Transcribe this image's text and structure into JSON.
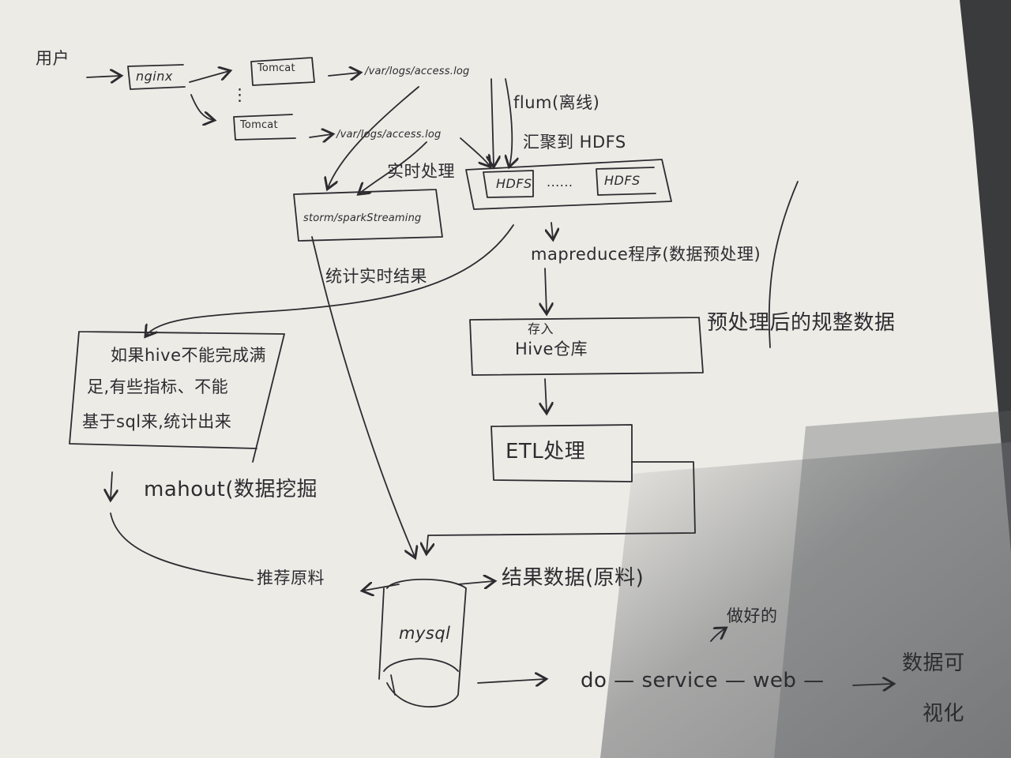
{
  "nodes": {
    "user": "用户",
    "nginx": "nginx",
    "tomcat_1": "Tomcat",
    "tomcat_2": "Tomcat",
    "log_1": "/var/logs/access.log",
    "log_2": "/var/logs/access.log",
    "flume": "flum(离线)",
    "aggregate_hdfs": "汇聚到 HDFS",
    "realtime": "实时处理",
    "hdfs_1": "HDFS",
    "hdfs_dots": "......",
    "hdfs_2": "HDFS",
    "storm": "storm/sparkStreaming",
    "mapreduce": "mapreduce程序(数据预处理)",
    "realtime_stats": "统计实时结果",
    "hive_store": "存入",
    "hive_warehouse": "Hive仓库",
    "preprocessed": "预处理后的规整数据",
    "hive_note_1": "如果hive不能完成满",
    "hive_note_2": "足,有些指标、不能",
    "hive_note_3": "基于sql来,统计出来",
    "etl": "ETL处理",
    "mahout": "mahout(数据挖掘",
    "recommend": "推荐原料",
    "result_data": "结果数据(原料)",
    "mysql": "mysql",
    "flow": "do — service — web —",
    "display_1": "数据可",
    "display_2": "视化",
    "done_note": "做好的",
    "ellipsis": "⋮"
  },
  "colors": {
    "paper": "#ecebe6",
    "ink": "#2c2c30",
    "background": "#3a3b3d",
    "shadow": "#8e8f92"
  }
}
